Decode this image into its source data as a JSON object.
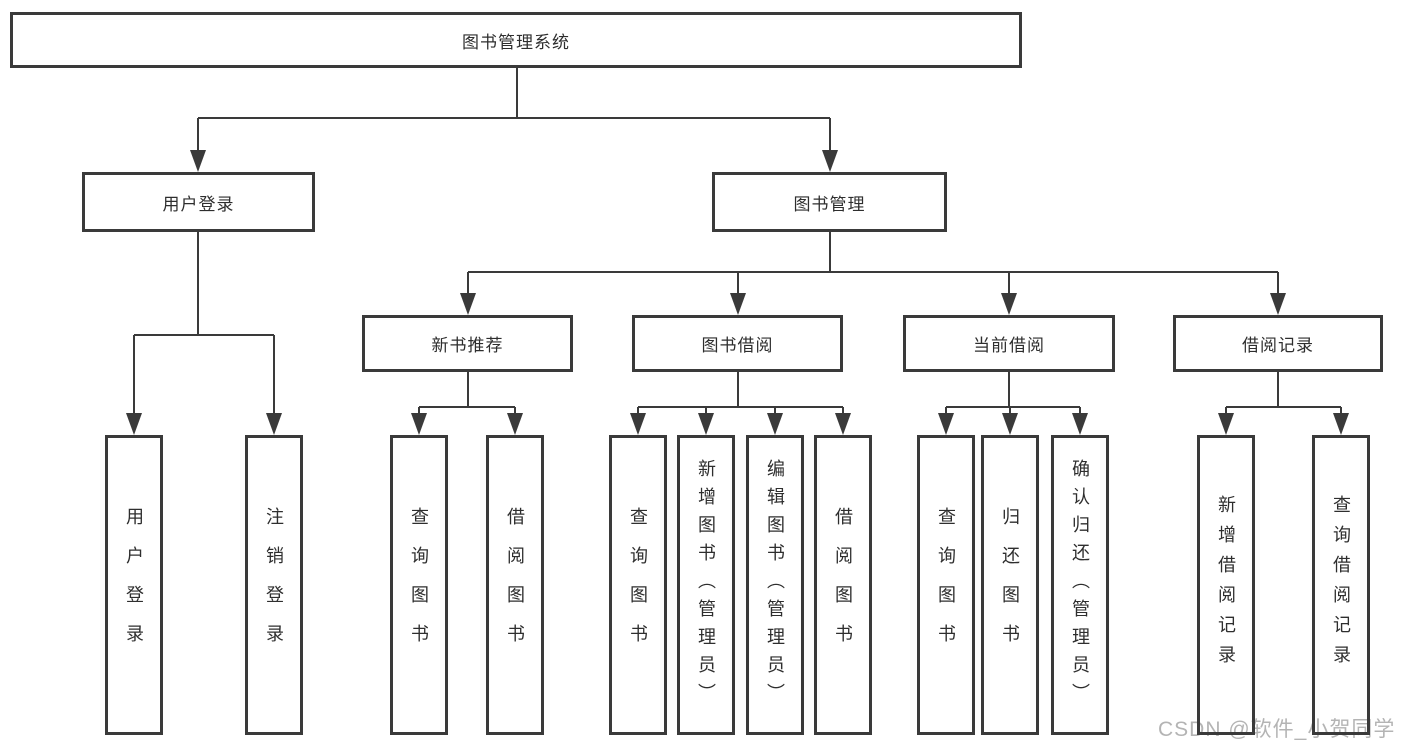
{
  "diagram": {
    "title_node": {
      "label": "图书管理系统"
    },
    "level2": [
      {
        "id": "user-login-branch",
        "label": "用户登录"
      },
      {
        "id": "book-management-branch",
        "label": "图书管理"
      }
    ],
    "level3": [
      {
        "id": "new-book-recommend",
        "label": "新书推荐"
      },
      {
        "id": "book-borrow",
        "label": "图书借阅"
      },
      {
        "id": "current-borrow",
        "label": "当前借阅"
      },
      {
        "id": "borrow-records",
        "label": "借阅记录"
      }
    ],
    "leaves": [
      {
        "id": "user-login",
        "label": "用户登录"
      },
      {
        "id": "logout",
        "label": "注销登录"
      },
      {
        "id": "query-books-1",
        "label": "查询图书"
      },
      {
        "id": "borrow-books-1",
        "label": "借阅图书"
      },
      {
        "id": "query-books-2",
        "label": "查询图书"
      },
      {
        "id": "add-books-admin",
        "label": "新增图书（管理员）"
      },
      {
        "id": "edit-books-admin",
        "label": "编辑图书（管理员）"
      },
      {
        "id": "borrow-books-2",
        "label": "借阅图书"
      },
      {
        "id": "query-books-3",
        "label": "查询图书"
      },
      {
        "id": "return-books",
        "label": "归还图书"
      },
      {
        "id": "confirm-return-admin",
        "label": "确认归还（管理员）"
      },
      {
        "id": "add-borrow-record",
        "label": "新增借阅记录"
      },
      {
        "id": "query-borrow-record",
        "label": "查询借阅记录"
      }
    ],
    "colors": {
      "line": "#3a3a3a",
      "box_border": "#3a3a3a",
      "text": "#2e2e2e",
      "background": "#ffffff",
      "watermark": "#b4b4b4"
    }
  },
  "watermark": {
    "text": "CSDN @软件_小贺同学"
  }
}
